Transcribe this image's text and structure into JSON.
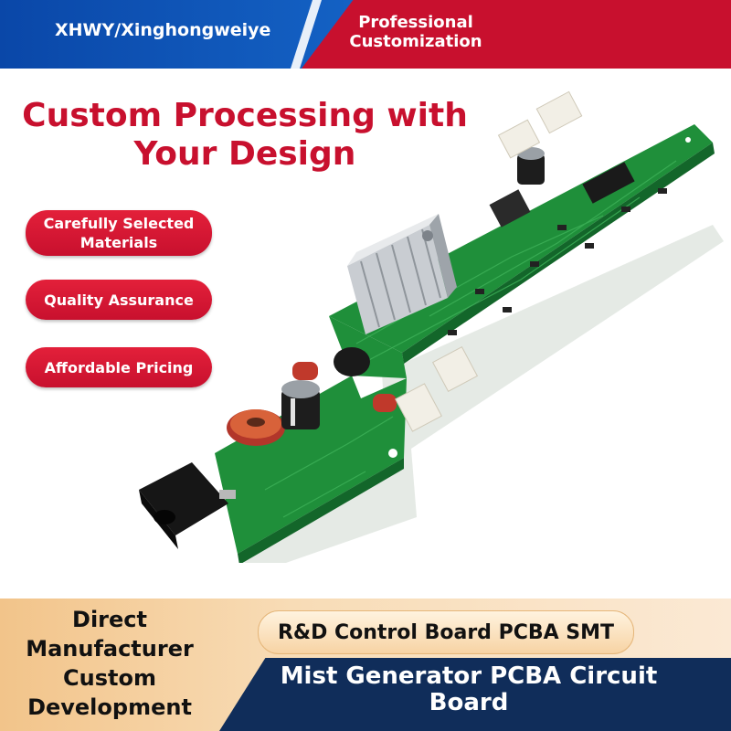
{
  "header": {
    "brand": "XHWY/Xinghongweiye",
    "badge_line1": "Professional",
    "badge_line2": "Customization"
  },
  "headline": {
    "line1": "Custom Processing with",
    "line2": "Your Design"
  },
  "features": {
    "item1_line1": "Carefully Selected",
    "item1_line2": "Materials",
    "item2": "Quality Assurance",
    "item3": "Affordable Pricing"
  },
  "footer": {
    "left_line1": "Direct",
    "left_line2": "Manufacturer",
    "left_line3": "Custom",
    "left_line4": "Development",
    "product_tag": "R&D Control Board PCBA SMT",
    "product_title_line1": "Mist Generator PCBA Circuit",
    "product_title_line2": "Board"
  },
  "colors": {
    "brand_blue": "#1565c8",
    "brand_red": "#c8102e",
    "navy": "#102d5a",
    "tan": "#f5cf9e",
    "pcb_green": "#1f8f3a"
  }
}
